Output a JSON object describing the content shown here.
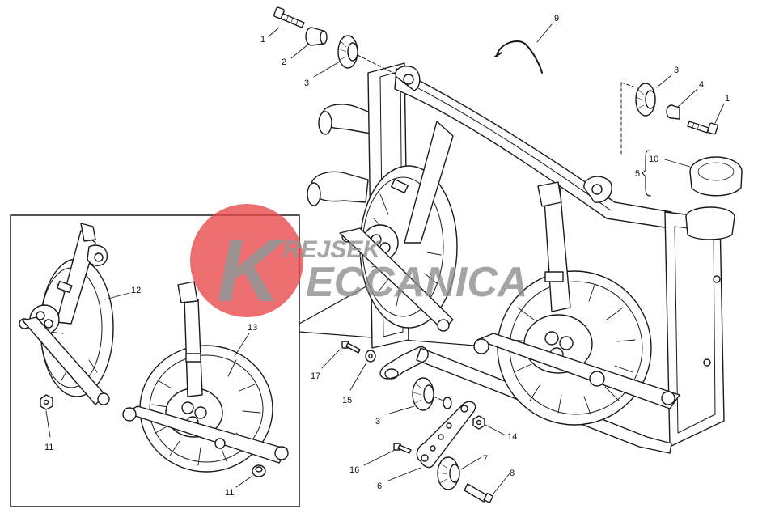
{
  "watermark": {
    "line1": "REJSEK",
    "line2": "ECCANICA",
    "letter": "K",
    "colors": {
      "circle": "#e8454a",
      "text": "#8c8c8c"
    }
  },
  "callouts": {
    "c1a": "1",
    "c2": "2",
    "c3a": "3",
    "c9": "9",
    "c3b": "3",
    "c4": "4",
    "c1b": "1",
    "c10": "10",
    "c5": "5",
    "c12": "12",
    "c13": "13",
    "c11a": "11",
    "c11b": "11",
    "c17": "17",
    "c15": "15",
    "c3c": "3",
    "c14": "14",
    "c16": "16",
    "c7": "7",
    "c6": "6",
    "c8": "8"
  },
  "colors": {
    "line": "#1a1a1a",
    "fill": "#ffffff",
    "light": "#f2f2f2"
  }
}
